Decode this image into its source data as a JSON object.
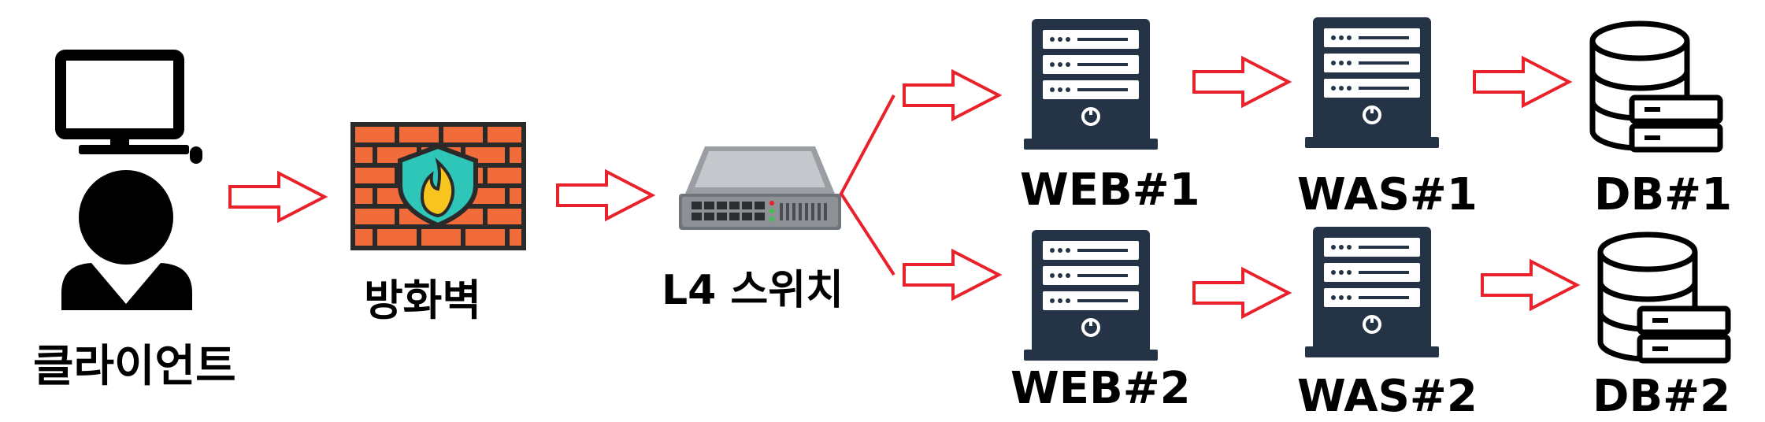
{
  "diagram": {
    "nodes": {
      "client": {
        "label": "클라이언트",
        "icon": "client-computer-icon"
      },
      "firewall": {
        "label": "방화벽",
        "icon": "firewall-icon"
      },
      "l4": {
        "label": "L4 스위치",
        "icon": "l4-switch-icon"
      },
      "web1": {
        "label": "WEB#1",
        "icon": "server-icon"
      },
      "web2": {
        "label": "WEB#2",
        "icon": "server-icon"
      },
      "was1": {
        "label": "WAS#1",
        "icon": "server-icon"
      },
      "was2": {
        "label": "WAS#2",
        "icon": "server-icon"
      },
      "db1": {
        "label": "DB#1",
        "icon": "database-icon"
      },
      "db2": {
        "label": "DB#2",
        "icon": "database-icon"
      }
    },
    "edges": [
      [
        "client",
        "firewall"
      ],
      [
        "firewall",
        "l4"
      ],
      [
        "l4",
        "web1"
      ],
      [
        "l4",
        "web2"
      ],
      [
        "web1",
        "was1"
      ],
      [
        "web2",
        "was2"
      ],
      [
        "was1",
        "db1"
      ],
      [
        "was2",
        "db2"
      ]
    ],
    "colors": {
      "arrow": "#e8212b",
      "server": "#243446",
      "brick": "#f26b3a",
      "mortar": "#2a2a2a",
      "shield": "#2dc6b8",
      "flame": "#f7c51e"
    }
  }
}
